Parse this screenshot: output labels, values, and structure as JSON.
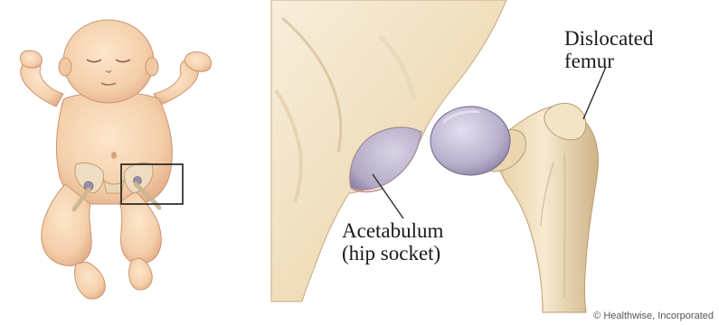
{
  "labels": {
    "femur": {
      "line1": "Dislocated",
      "line2": "femur"
    },
    "acetabulum": {
      "line1": "Acetabulum",
      "line2": "(hip socket)"
    }
  },
  "credit": "© Healthwise, Incorporated",
  "icons": {
    "baby": "baby-illustration-icon",
    "pelvis": "pelvis-bone-icon",
    "femur": "femur-bone-icon",
    "callout": "inset-box-icon"
  },
  "colors": {
    "skin": "#f6d6b4",
    "skin_shade": "#e8b48e",
    "bone": "#f2e3c6",
    "bone_shade": "#d9be95",
    "socket": "#bcb3c9",
    "femur_head": "#b8b1c9",
    "line": "#2b2b2b"
  }
}
